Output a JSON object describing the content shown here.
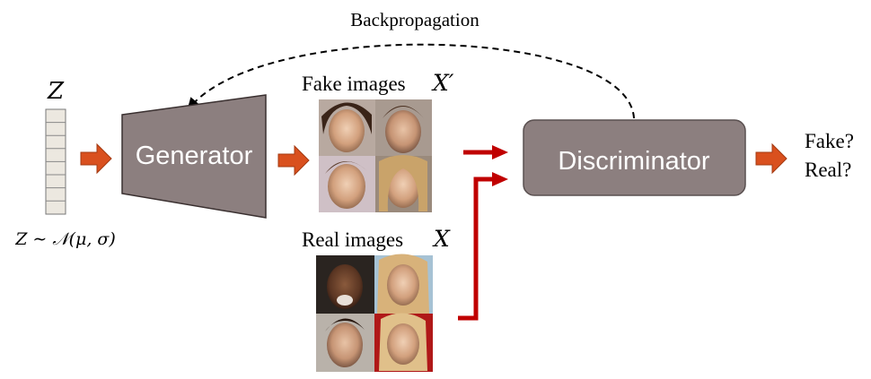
{
  "diagram": {
    "backprop_label": "Backpropagation",
    "z_label": "Z",
    "z_distribution": "Z ∼ 𝒩(μ, σ)",
    "generator_label": "Generator",
    "discriminator_label": "Discriminator",
    "fake_images_label": "Fake images",
    "fake_images_symbol": "X′",
    "real_images_label": "Real images",
    "real_images_symbol": "X",
    "output_fake": "Fake?",
    "output_real": "Real?"
  },
  "colors": {
    "block_fill": "#8c7f7f",
    "block_stroke": "#5a5050",
    "orange_arrow": "#d9501e",
    "orange_arrow_stroke": "#a33a12",
    "red_line": "#c00000",
    "vector_cell": "#ece8e0"
  }
}
